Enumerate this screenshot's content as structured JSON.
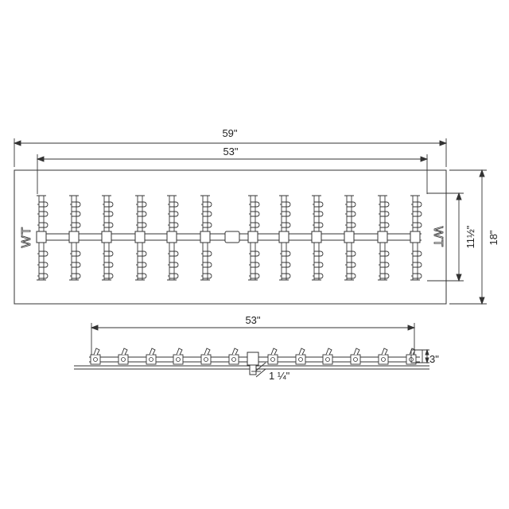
{
  "top_view": {
    "overall_length": "59\"",
    "burner_length": "53\"",
    "burner_width": "11½\"",
    "overall_width": "18\"",
    "brand_left": "WT",
    "brand_right": "WT",
    "branch_count": 12
  },
  "side_view": {
    "burner_length": "53\"",
    "height": "3\"",
    "inlet_size": "1 ¼\"",
    "branch_count": 12
  },
  "colors": {
    "line": "#222222",
    "background": "#ffffff"
  }
}
